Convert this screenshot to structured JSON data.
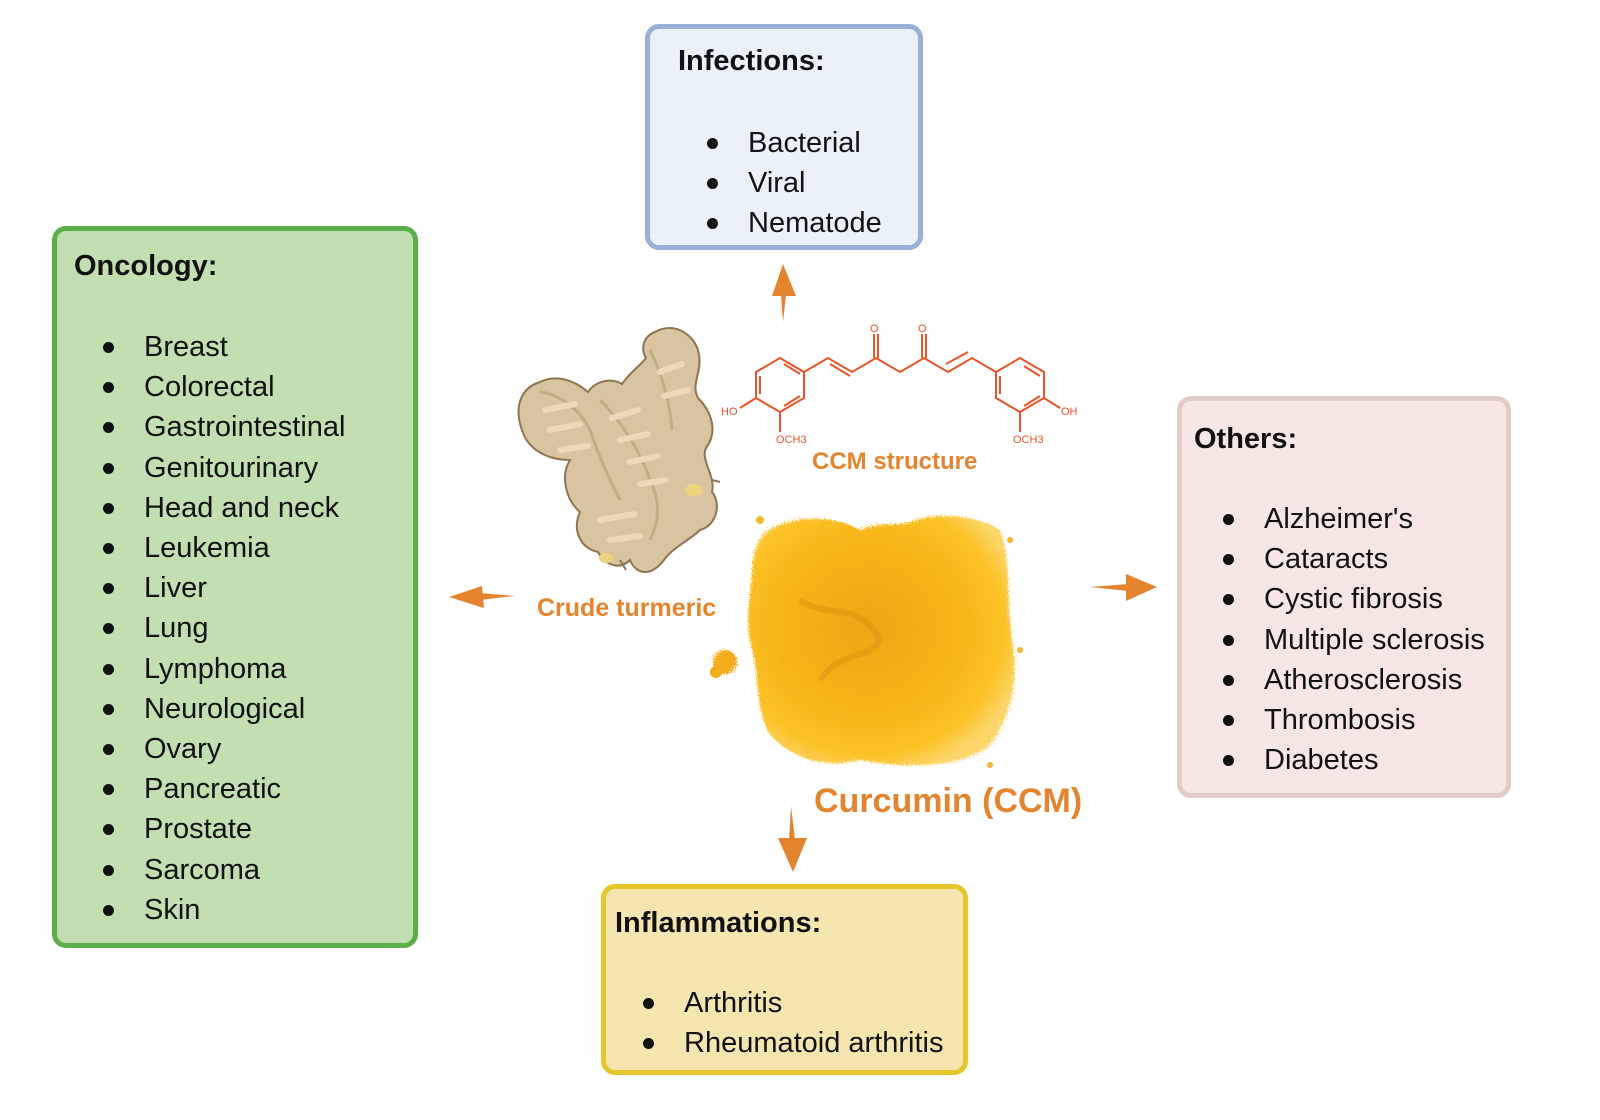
{
  "diagram": {
    "center": {
      "title": "Curcumin (CCM)",
      "structure_label": "CCM structure",
      "source_label": "Crude turmeric",
      "molecule_labels": {
        "oh_left": "HO",
        "oh_right": "OH",
        "och3_left": "OCH3",
        "och3_right": "OCH3",
        "carbonyl_o": "O"
      }
    },
    "colors": {
      "accent_orange": "#e5842f",
      "molecule_red": "#e8542a",
      "infections_border": "#9bb0d6",
      "oncology_border": "#5caf48",
      "others_border": "#e2cbc9",
      "inflammations_border": "#e6c62a"
    },
    "boxes": {
      "infections": {
        "title": "Infections:",
        "items": [
          "Bacterial",
          "Viral",
          "Nematode"
        ]
      },
      "oncology": {
        "title": "Oncology:",
        "items": [
          "Breast",
          "Colorectal",
          "Gastrointestinal",
          "Genitourinary",
          "Head and neck",
          "Leukemia",
          "Liver",
          "Lung",
          "Lymphoma",
          "Neurological",
          "Ovary",
          "Pancreatic",
          "Prostate",
          "Sarcoma",
          "Skin"
        ]
      },
      "others": {
        "title": "Others:",
        "items": [
          "Alzheimer's",
          "Cataracts",
          "Cystic fibrosis",
          "Multiple sclerosis",
          "Atherosclerosis",
          "Thrombosis",
          "Diabetes"
        ]
      },
      "inflammations": {
        "title": "Inflammations:",
        "items": [
          "Arthritis",
          "Rheumatoid arthritis"
        ]
      }
    },
    "arrows": [
      {
        "direction": "up",
        "target": "infections"
      },
      {
        "direction": "left",
        "target": "oncology"
      },
      {
        "direction": "right",
        "target": "others"
      },
      {
        "direction": "down",
        "target": "inflammations"
      }
    ]
  }
}
